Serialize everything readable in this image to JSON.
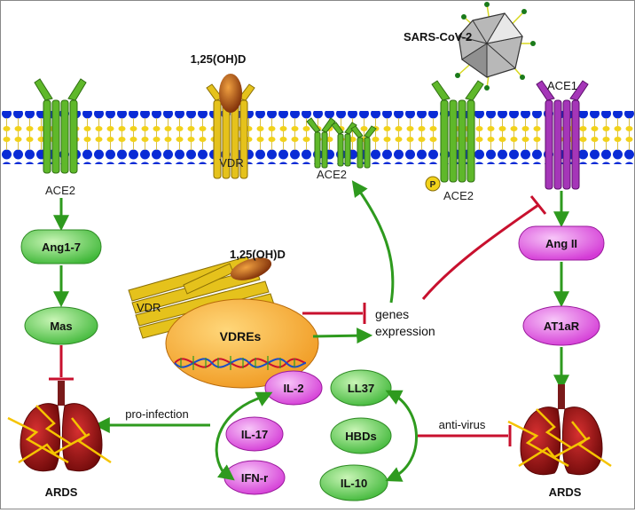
{
  "labels": {
    "sars": "SARS-CoV-2",
    "vitd_top": "1,25(OH)D",
    "vitd_mid": "1,25(OH)D",
    "ace1": "ACE1",
    "ace2_left": "ACE2",
    "vdr_mem": "VDR",
    "ace2_mid": "ACE2",
    "ace2_right": "ACE2",
    "p": "P",
    "vdr_cyto": "VDR",
    "vdres": "VDREs",
    "genes_line1": "genes",
    "genes_line2": "expression",
    "pro_infection": "pro-infection",
    "anti_virus": "anti-virus",
    "ards_left": "ARDS",
    "ards_right": "ARDS"
  },
  "nodes": {
    "ang17": "Ang1-7",
    "mas": "Mas",
    "angII": "Ang II",
    "at1ar": "AT1aR",
    "il2": "IL-2",
    "il17": "IL-17",
    "ifnr": "IFN-r",
    "ll37": "LL37",
    "hbds": "HBDs",
    "il10": "IL-10"
  },
  "colors": {
    "activate": "#2e9a1e",
    "inhibit": "#c8102e",
    "membrane_blue": "#0a2bd6",
    "membrane_yellow": "#f2d21a",
    "ace2": "#5fb82a",
    "vdr": "#e5c21c",
    "ace1": "#a536b8",
    "green_node": "#5fd15a",
    "magenta_node": "#e24be3",
    "vdre": "#f4a62a",
    "lung": "#a01818"
  }
}
